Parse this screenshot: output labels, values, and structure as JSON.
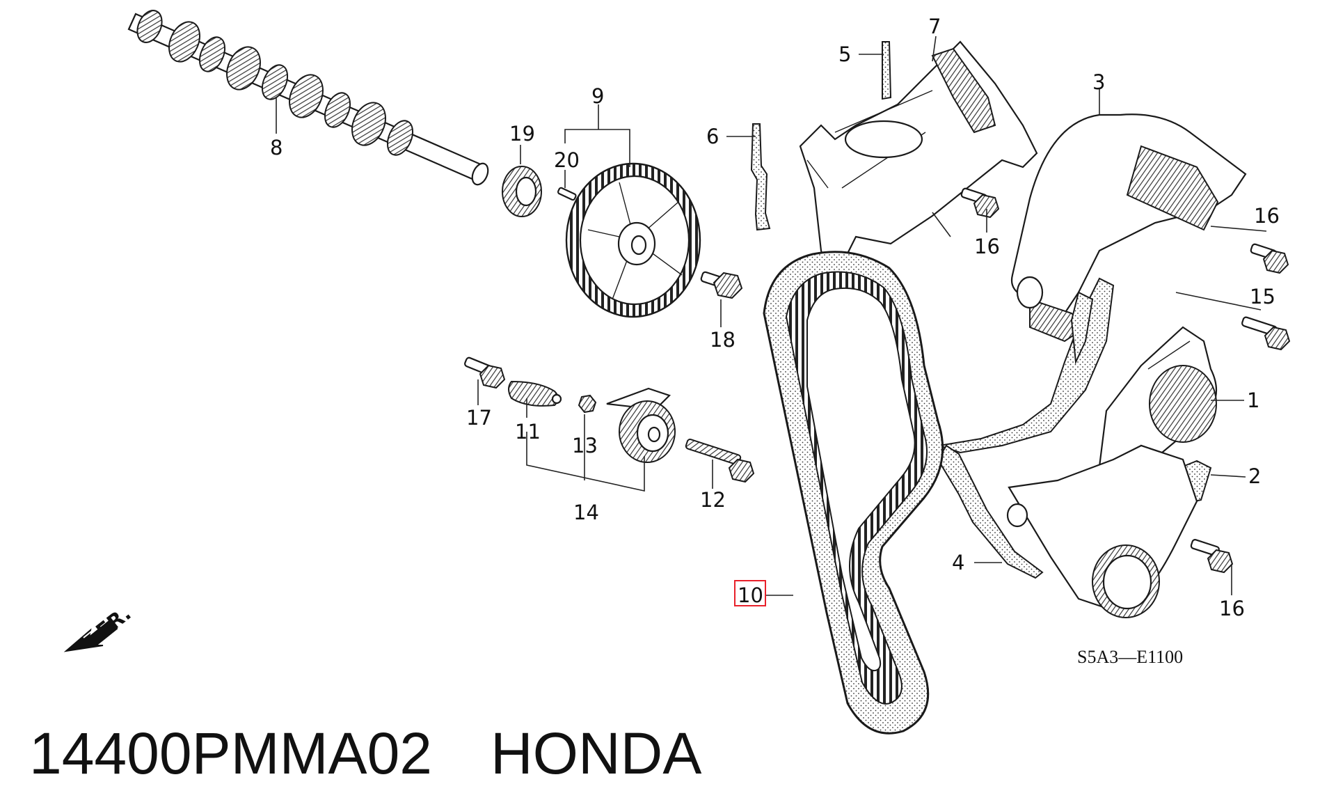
{
  "title": "14400PMMA02　HONDA",
  "diagram_code": "S5A3—E1100",
  "direction_label": "FR.",
  "highlight_color": "#e8202a",
  "highlighted_callout": "10",
  "callouts": {
    "c1": "1",
    "c2": "2",
    "c3": "3",
    "c4": "4",
    "c5": "5",
    "c6": "6",
    "c7": "7",
    "c8": "8",
    "c9": "9",
    "c10": "10",
    "c11": "11",
    "c12": "12",
    "c13": "13",
    "c14": "14",
    "c15": "15",
    "c16a": "16",
    "c16b": "16",
    "c16c": "16",
    "c17": "17",
    "c18": "18",
    "c19": "19",
    "c20": "20"
  }
}
